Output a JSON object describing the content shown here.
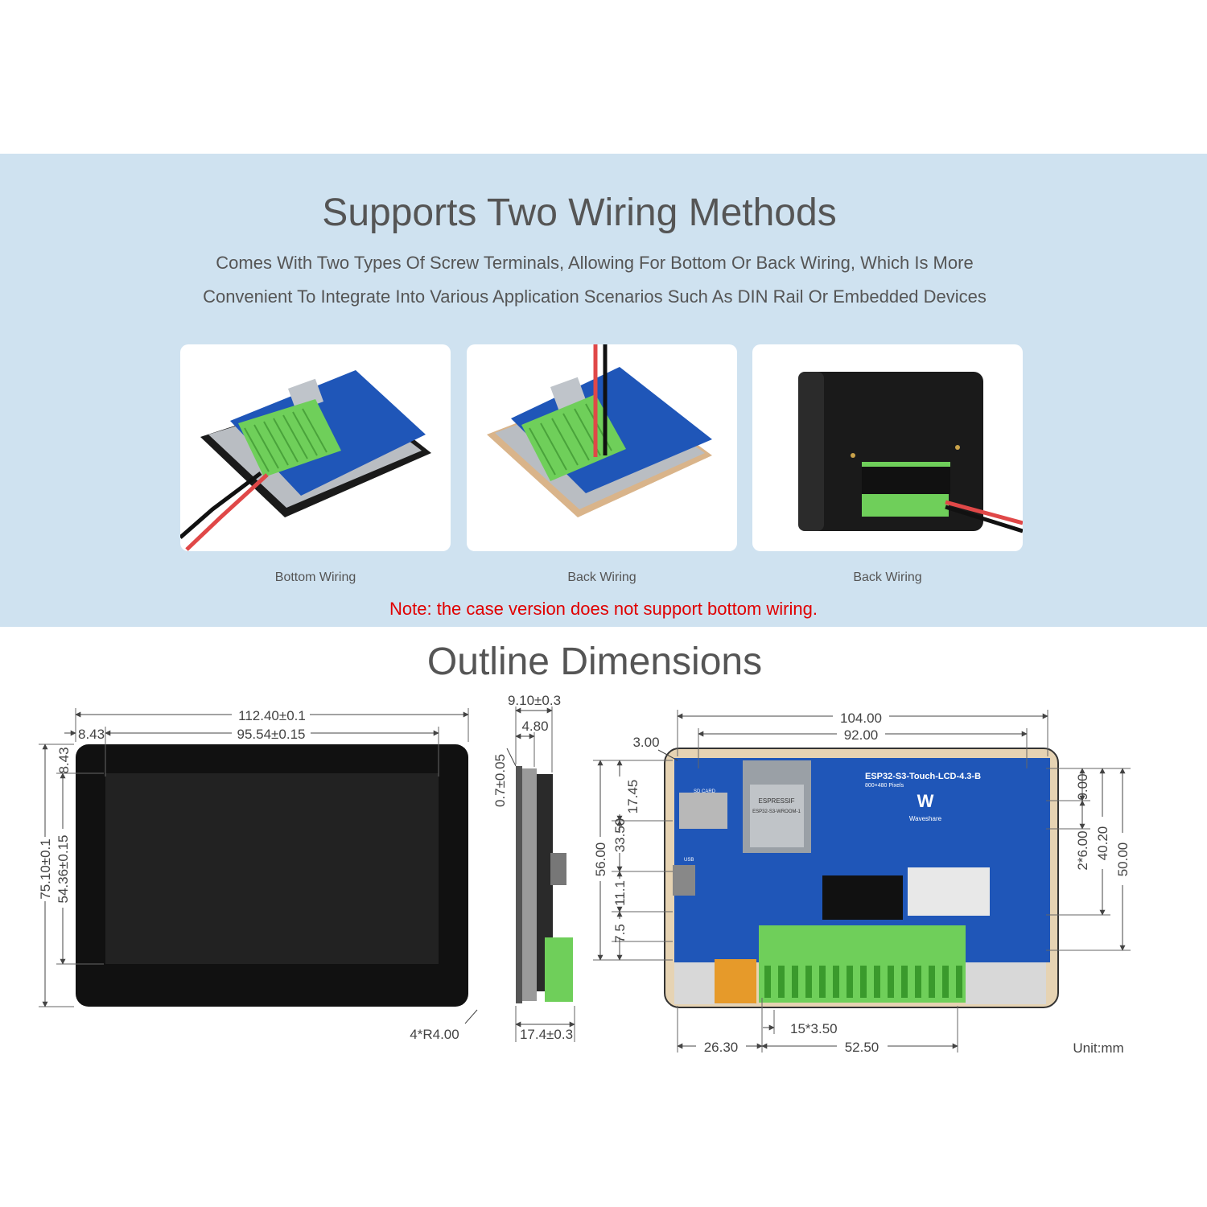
{
  "wiring_section": {
    "title": "Supports Two Wiring Methods",
    "subtitle_line1": "Comes With Two Types Of Screw Terminals, Allowing For Bottom Or Back Wiring, Which Is More",
    "subtitle_line2": "Convenient To Integrate Into Various Application Scenarios Such As DIN Rail Or Embedded Devices",
    "cards": [
      {
        "caption": "Bottom Wiring"
      },
      {
        "caption": "Back Wiring"
      },
      {
        "caption": "Back Wiring"
      }
    ],
    "note": "Note: the case version does not support bottom wiring.",
    "colors": {
      "band": "#cfe2f0",
      "note": "#e00000",
      "pcb": "#1a4fb0",
      "terminal": "#6fcf5a"
    }
  },
  "dimensions_section": {
    "title": "Outline Dimensions",
    "front": {
      "width_total": "112.40±0.1",
      "width_active": "95.54±0.15",
      "margin_left": "8.43",
      "margin_top": "8.43",
      "height_total": "75.10±0.1",
      "height_active": "54.36±0.15",
      "corner": "4*R4.00"
    },
    "side": {
      "thickness_total": "9.10±0.3",
      "thickness_panel": "4.80",
      "glass": "0.7±0.05",
      "depth": "17.4±0.3"
    },
    "back": {
      "board_text": {
        "board_name": "ESP32-S3-Touch-LCD-4.3-B",
        "pixels": "800×480 Pixels",
        "brand": "Waveshare",
        "sd_card": "SD CARD",
        "usb": "USB",
        "module_brand": "ESPRESSIF",
        "module_name": "ESP32-S3-WROOM-1"
      },
      "width_total": "104.00",
      "width_holes": "92.00",
      "hole_offset": "3.00",
      "h_17_45": "17.45",
      "h_56": "56.00",
      "h_33_50": "33.50",
      "h_11_1": "11.1",
      "h_7_5": "7.5",
      "r_9": "9.00",
      "r_2x6": "2*6.00",
      "r_40_20": "40.20",
      "r_50": "50.00",
      "pitch": "15*3.50",
      "x_26_30": "26.30",
      "x_52_50": "52.50",
      "unit": "Unit:mm"
    }
  }
}
